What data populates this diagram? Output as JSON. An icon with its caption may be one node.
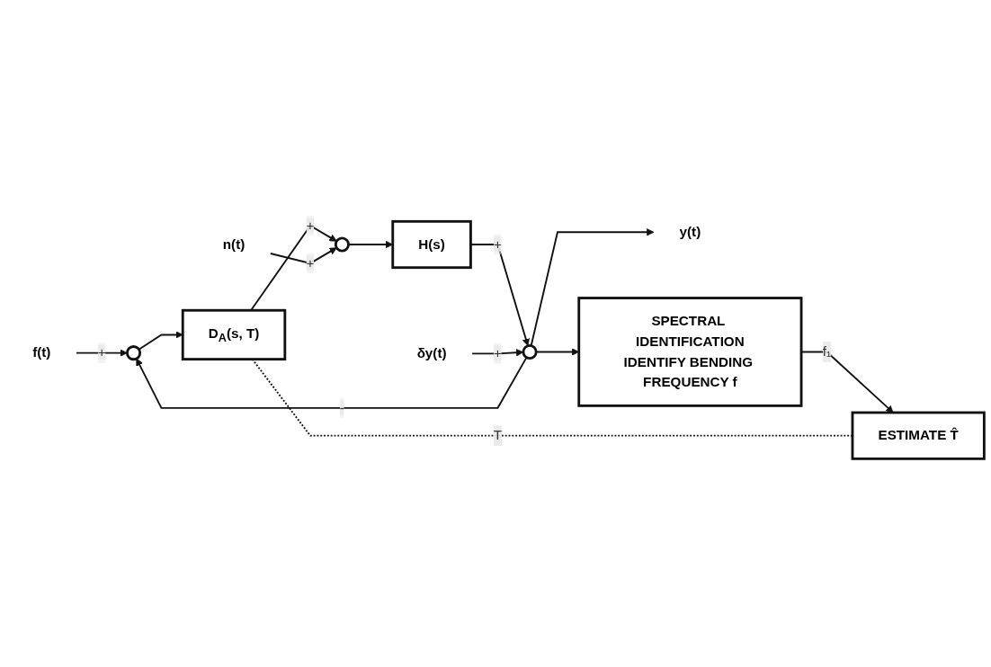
{
  "diagram": {
    "nodes": [
      {
        "text": [
          "f(t)"
        ]
      },
      {
        "text": [],
        "shape": "circle"
      },
      {
        "text": [
          "D$_{A}$(s, T)"
        ]
      },
      {
        "text": [
          "n(t)"
        ]
      },
      {
        "text": [],
        "shape": "circle"
      },
      {
        "text": [
          "H(s)"
        ]
      },
      {
        "text": [
          "δy(t)"
        ]
      },
      {
        "text": [],
        "shape": "circle"
      },
      {
        "text": [
          "y(t)"
        ]
      },
      {
        "text": [
          "ESTIMATE T̂"
        ]
      },
      {
        "text": [
          "SPECTRAL IDENTIFICATION",
          "IDENTIFY BENDING FREQUENCY f"
        ]
      }
    ],
    "edges": [
      {
        "from": 0,
        "to": 1,
        "arrow": "to",
        "label": "+"
      },
      {
        "from": 7,
        "to": 1,
        "arrow": "to",
        "label": "-"
      },
      {
        "from": 1,
        "to": 2,
        "arrow": "to"
      },
      {
        "from": 2,
        "to": 4,
        "arrow": "to",
        "label": "+"
      },
      {
        "from": 3,
        "to": 4,
        "arrow": "to",
        "label": "+"
      },
      {
        "from": 4,
        "to": 5,
        "arrow": "to"
      },
      {
        "from": 5,
        "to": 7,
        "arrow": "to",
        "label": "+"
      },
      {
        "from": 6,
        "to": 7,
        "arrow": "to",
        "label": "+"
      },
      {
        "from": 7,
        "to": 8,
        "arrow": "to"
      },
      {
        "from": 7,
        "to": 10,
        "arrow": "to"
      },
      {
        "from": 10,
        "to": 9,
        "arrow": "to",
        "label": "f₁"
      },
      {
        "from": 2,
        "to": 9,
        "arrow": "none",
        "label": "T",
        "style": "dashed"
      }
    ]
  }
}
